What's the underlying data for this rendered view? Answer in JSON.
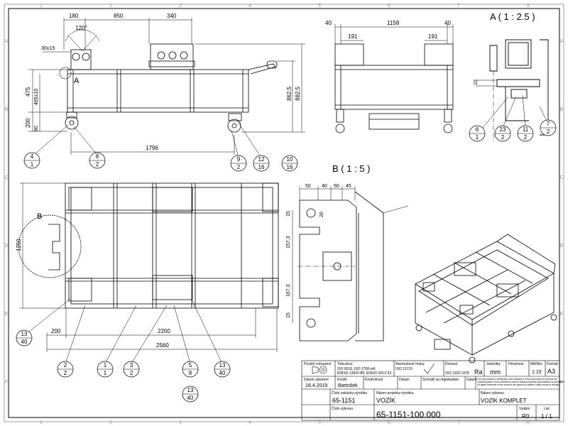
{
  "sheet": {
    "border_letters_left": [
      "A",
      "B",
      "C",
      "D",
      "E",
      "F"
    ],
    "border_numbers_top": [
      "1",
      "2",
      "3",
      "4",
      "5",
      "6",
      "7",
      "8"
    ]
  },
  "views": {
    "detail_a_title": "A ( 1 : 2.5 )",
    "detail_b_title": "B ( 1 : 5 )",
    "detail_a_marker": "A",
    "detail_b_marker": "B"
  },
  "dimensions": {
    "front": {
      "d180": "180",
      "d850": "850",
      "d340": "340",
      "angle": "120°",
      "d30": "30±15",
      "d475": "475",
      "d465": "465±10",
      "d200": "200",
      "d90": "90",
      "d1796": "1796",
      "d862": "862,5",
      "d882": "882,5"
    },
    "side": {
      "d40a": "40",
      "d1158": "1158",
      "d40b": "40",
      "d191a": "191",
      "d191b": "191"
    },
    "detail_a": {
      "d10": "10"
    },
    "top": {
      "d1250": "1250",
      "d200": "200",
      "d2200": "2200",
      "d2560": "2560"
    },
    "detail_b": {
      "d50a": "50",
      "d40": "40",
      "d50b": "50",
      "d45": "45",
      "d20": "20",
      "d157": "157,3",
      "d167": "167,3",
      "d15a": "15",
      "d15b": "15"
    }
  },
  "balloons": [
    {
      "top": "4",
      "bottom": "1"
    },
    {
      "top": "8",
      "bottom": "2"
    },
    {
      "top": "9",
      "bottom": "2"
    },
    {
      "top": "12",
      "bottom": "16"
    },
    {
      "top": "10",
      "bottom": "16"
    },
    {
      "top": "6",
      "bottom": "1"
    },
    {
      "top": "23",
      "bottom": "2"
    },
    {
      "top": "11",
      "bottom": "2"
    },
    {
      "top": "7",
      "bottom": "2"
    },
    {
      "top": "13",
      "bottom": "40"
    },
    {
      "top": "2",
      "bottom": "2"
    },
    {
      "top": "1",
      "bottom": "1"
    },
    {
      "top": "3",
      "bottom": "2"
    },
    {
      "top": "5",
      "bottom": "8"
    },
    {
      "top": "13",
      "bottom": "40"
    },
    {
      "top": "13",
      "bottom": "40"
    }
  ],
  "title_block": {
    "row1": {
      "projection_label": "Použití zobrazení",
      "tolerance_label": "Tolerance",
      "tolerance_text": [
        "ISO 8015, ISO 2768 mK",
        "ENISO 13920 BF, ENISO 9013-33"
      ],
      "edges_label": "Nezmačené hrany",
      "edges_text": "ISO 13715",
      "roughness_label": "Drsnost",
      "roughness_std": "ISO 1302:1978",
      "roughness_value": "Ra",
      "unit_label": "Jednotky",
      "unit_value": "mm",
      "mass_label": "Hmotnost",
      "scale_label": "Měřítko",
      "scale_value": "1:15",
      "format_label": "Formát",
      "format_value": "A3"
    },
    "row2": {
      "created_label": "Datum založení",
      "created_value": "18.4.2019",
      "drawn_label": "Kreslil",
      "drawn_value": "Bartošek",
      "checked_label": "Kontroloval",
      "date1_label": "Datum",
      "approved_label": "Schválil za objednatele",
      "date2_label": "Datum",
      "notice": [
        "The reproduction, distribution and utilization of this document as well as the",
        "communication of its contents to others without express authorization is prohibited.",
        "All rights reserved in the event of the grant of a patent, utility model or design."
      ]
    },
    "row3": {
      "order_label": "Číslo zakázky-výrobku",
      "order_value": "65-1151",
      "project_label": "Název projektu-výrobku",
      "project_value": "VOZÍK",
      "drawing_label": "Číslo výkresu",
      "drawing_value": "65-1151-100.000",
      "name_label": "Název výkresu",
      "name_value": "VOZÍK KOMPLET",
      "rev_label": "Vydání",
      "rev_value": "R0",
      "sheet_label": "List",
      "sheet_value": "1 / 1"
    }
  }
}
